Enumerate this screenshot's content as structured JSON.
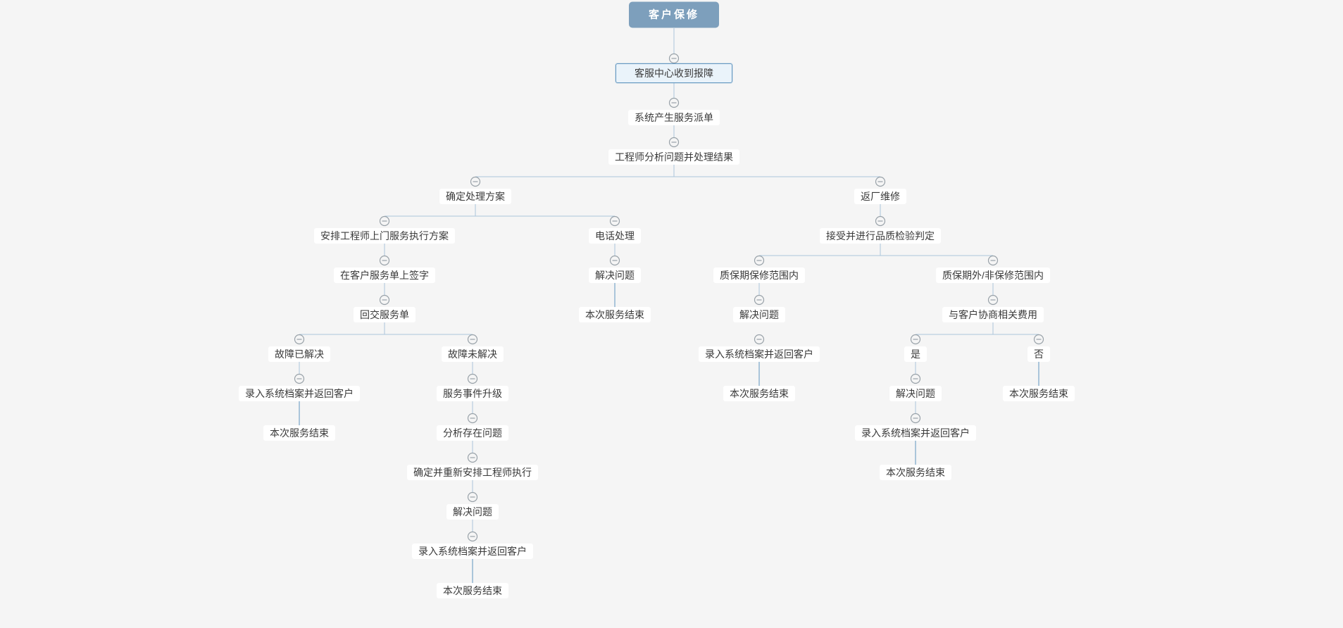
{
  "diagram": {
    "type": "mind-map-tree",
    "colors": {
      "background": "#f5f5f5",
      "root_fill": "#7d9fbc",
      "root_text": "#ffffff",
      "selected_fill": "#eaf3fa",
      "selected_border": "#6699c2",
      "node_text": "#3a3a3a",
      "connector_line": "#aac5da",
      "collapse_icon_stroke": "#98a1a8"
    },
    "icons": {
      "collapse": "minus-in-circle"
    }
  },
  "nodes": {
    "root": "客户保修",
    "receive_report": "客服中心收到报障",
    "dispatch_order": "系统产生服务派单",
    "engineer_analyze": "工程师分析问题并处理结果",
    "determine_plan": "确定处理方案",
    "factory_repair": "返厂维修",
    "onsite_service": "安排工程师上门服务执行方案",
    "phone_handling": "电话处理",
    "quality_inspection": "接受并进行品质检验判定",
    "sign_sheet": "在客户服务单上签字",
    "phone_solve": "解决问题",
    "in_warranty": "质保期保修范围内",
    "out_warranty": "质保期外/非保修范围内",
    "return_sheet": "回交服务单",
    "phone_end": "本次服务结束",
    "warranty_solve": "解决问题",
    "negotiate_fee": "与客户协商相关费用",
    "fault_solved": "故障已解决",
    "fault_unsolved": "故障未解决",
    "warranty_record": "录入系统档案并返回客户",
    "yes": "是",
    "no": "否",
    "solved_record": "录入系统档案并返回客户",
    "escalation": "服务事件升级",
    "warranty_end": "本次服务结束",
    "yes_solve": "解决问题",
    "no_end": "本次服务结束",
    "solved_end": "本次服务结束",
    "analyze_issue": "分析存在问题",
    "yes_record": "录入系统档案并返回客户",
    "rearrange_engineer": "确定并重新安排工程师执行",
    "yes_end": "本次服务结束",
    "escalation_solve": "解决问题",
    "escalation_record": "录入系统档案并返回客户",
    "escalation_end": "本次服务结束"
  },
  "hierarchy": {
    "id": "root",
    "children": [
      {
        "id": "receive_report",
        "children": [
          {
            "id": "dispatch_order",
            "children": [
              {
                "id": "engineer_analyze",
                "children": [
                  {
                    "id": "determine_plan",
                    "children": [
                      {
                        "id": "onsite_service",
                        "children": [
                          {
                            "id": "sign_sheet",
                            "children": [
                              {
                                "id": "return_sheet",
                                "children": [
                                  {
                                    "id": "fault_solved",
                                    "children": [
                                      {
                                        "id": "solved_record",
                                        "children": [
                                          {
                                            "id": "solved_end",
                                            "children": []
                                          }
                                        ]
                                      }
                                    ]
                                  },
                                  {
                                    "id": "fault_unsolved",
                                    "children": [
                                      {
                                        "id": "escalation",
                                        "children": [
                                          {
                                            "id": "analyze_issue",
                                            "children": [
                                              {
                                                "id": "rearrange_engineer",
                                                "children": [
                                                  {
                                                    "id": "escalation_solve",
                                                    "children": [
                                                      {
                                                        "id": "escalation_record",
                                                        "children": [
                                                          {
                                                            "id": "escalation_end",
                                                            "children": []
                                                          }
                                                        ]
                                                      }
                                                    ]
                                                  }
                                                ]
                                              }
                                            ]
                                          }
                                        ]
                                      }
                                    ]
                                  }
                                ]
                              }
                            ]
                          }
                        ]
                      },
                      {
                        "id": "phone_handling",
                        "children": [
                          {
                            "id": "phone_solve",
                            "children": [
                              {
                                "id": "phone_end",
                                "children": []
                              }
                            ]
                          }
                        ]
                      }
                    ]
                  },
                  {
                    "id": "factory_repair",
                    "children": [
                      {
                        "id": "quality_inspection",
                        "children": [
                          {
                            "id": "in_warranty",
                            "children": [
                              {
                                "id": "warranty_solve",
                                "children": [
                                  {
                                    "id": "warranty_record",
                                    "children": [
                                      {
                                        "id": "warranty_end",
                                        "children": []
                                      }
                                    ]
                                  }
                                ]
                              }
                            ]
                          },
                          {
                            "id": "out_warranty",
                            "children": [
                              {
                                "id": "negotiate_fee",
                                "children": [
                                  {
                                    "id": "yes",
                                    "children": [
                                      {
                                        "id": "yes_solve",
                                        "children": [
                                          {
                                            "id": "yes_record",
                                            "children": [
                                              {
                                                "id": "yes_end",
                                                "children": []
                                              }
                                            ]
                                          }
                                        ]
                                      }
                                    ]
                                  },
                                  {
                                    "id": "no",
                                    "children": [
                                      {
                                        "id": "no_end",
                                        "children": []
                                      }
                                    ]
                                  }
                                ]
                              }
                            ]
                          }
                        ]
                      }
                    ]
                  }
                ]
              }
            ]
          }
        ]
      }
    ]
  }
}
